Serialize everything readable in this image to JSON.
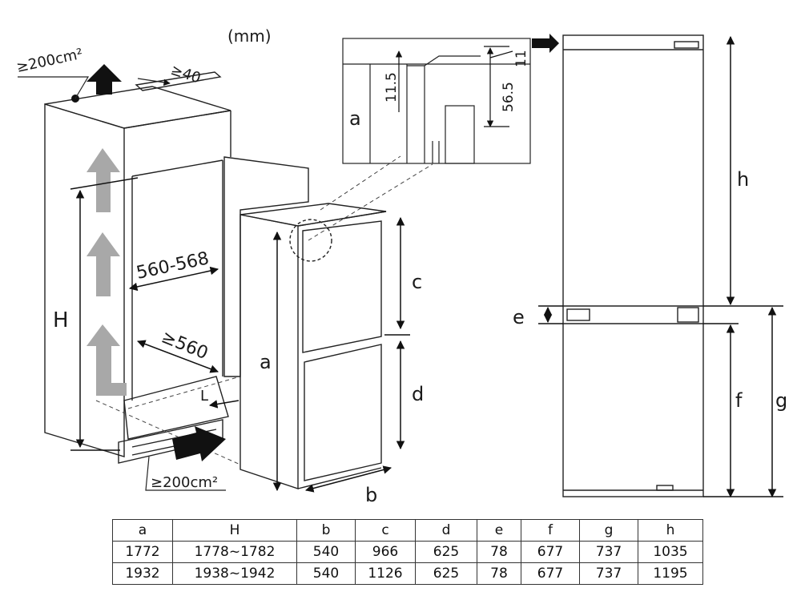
{
  "unit_label": "(mm)",
  "vent_labels": {
    "top_area": "≥200cm²",
    "bottom_area": "≥200cm²",
    "top_gap": "≥40"
  },
  "niche_labels": {
    "height": "H",
    "width_range": "560-568",
    "depth_min": "≥560",
    "plinth": "L"
  },
  "appliance_labels": {
    "a": "a",
    "b": "b",
    "c": "c",
    "d": "d"
  },
  "detail_labels": {
    "a": "a",
    "dim_1": "11.5",
    "dim_2": "56.5",
    "dim_3": "11"
  },
  "front_labels": {
    "e": "e",
    "f": "f",
    "g": "g",
    "h": "h"
  },
  "table": {
    "headers": [
      "a",
      "H",
      "b",
      "c",
      "d",
      "e",
      "f",
      "g",
      "h"
    ],
    "rows": [
      [
        "1772",
        "1778~1782",
        "540",
        "966",
        "625",
        "78",
        "677",
        "737",
        "1035"
      ],
      [
        "1932",
        "1938~1942",
        "540",
        "1126",
        "625",
        "78",
        "677",
        "737",
        "1195"
      ]
    ]
  }
}
